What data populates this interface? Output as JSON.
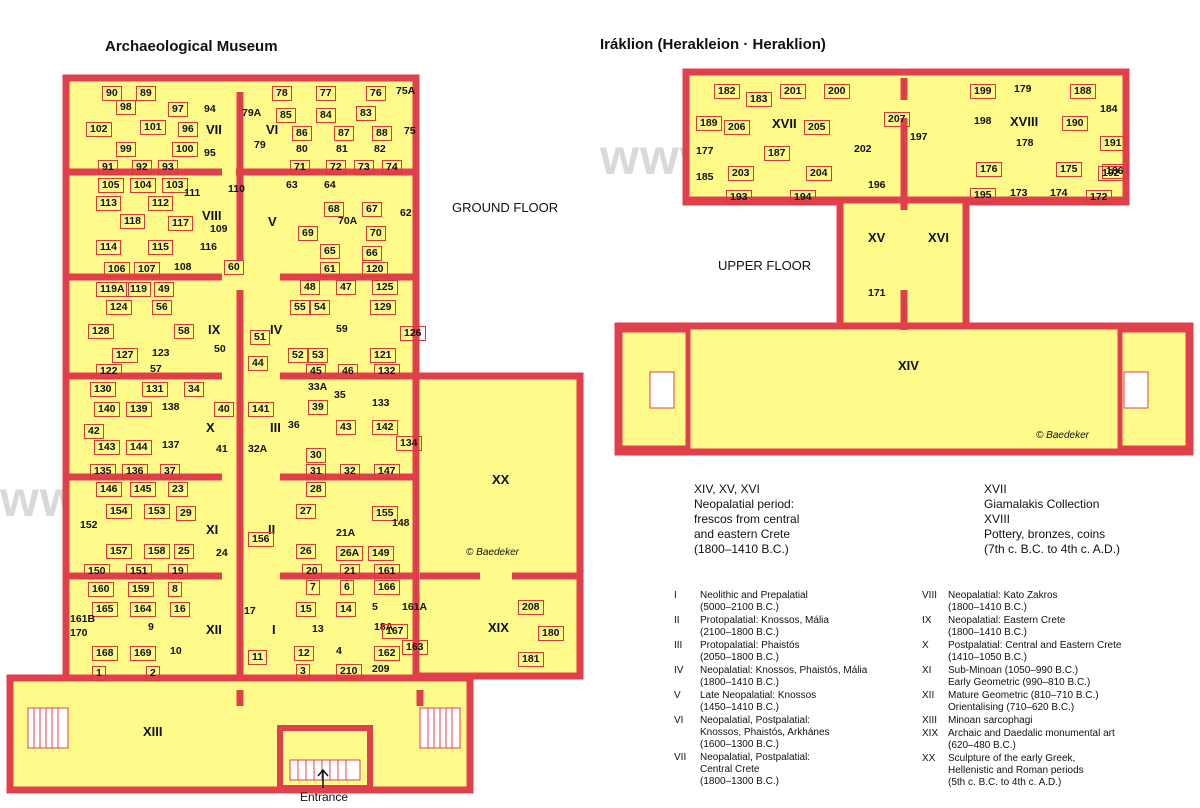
{
  "titles": {
    "left": "Archaeological Museum",
    "right": "Iráklion (Herakleion · Heraklion)"
  },
  "floors": {
    "ground": "GROUND FLOOR",
    "upper": "UPPER FLOOR"
  },
  "entrance": "Entrance",
  "copyright": "© Baedeker",
  "watermark": "www.PlanetWare.com",
  "colors": {
    "wall": "#e0404c",
    "floor": "#fffb8a",
    "case_border": "#d63a3a"
  },
  "ground_rooms": [
    "I",
    "II",
    "III",
    "IV",
    "V",
    "VI",
    "VII",
    "VIII",
    "IX",
    "X",
    "XI",
    "XII",
    "XIII",
    "XIX",
    "XX"
  ],
  "upper_rooms": [
    "XIV",
    "XV",
    "XVI",
    "XVII",
    "XVIII"
  ],
  "summary": {
    "a": {
      "lines": [
        "XIV, XV, XVI",
        "Neopalatial period:",
        "frescos from central",
        "and eastern Crete",
        "(1800–1410 B.C.)"
      ]
    },
    "b": {
      "lines": [
        "XVII",
        "Giamalakis Collection",
        "XVIII",
        "Pottery, bronzes, coins",
        "(7th c. B.C. to 4th c. A.D.)"
      ]
    }
  },
  "legend": {
    "left": [
      {
        "num": "I",
        "lines": [
          "Neolithic and Prepalatial",
          "(5000–2100 B.C.)"
        ]
      },
      {
        "num": "II",
        "lines": [
          "Protopalatial: Knossos, Mália",
          "(2100–1800 B.C.)"
        ]
      },
      {
        "num": "III",
        "lines": [
          "Protopalatial: Phaistós",
          "(2050–1800 B.C.)"
        ]
      },
      {
        "num": "IV",
        "lines": [
          "Neopalatial: Knossos, Phaistós, Mália",
          "(1800–1410 B.C.)"
        ]
      },
      {
        "num": "V",
        "lines": [
          "Late Neopalatial: Knossos",
          "(1450–1410 B.C.)"
        ]
      },
      {
        "num": "VI",
        "lines": [
          "Neopalatial, Postpalatial:",
          "Knossos, Phaistós, Arkhánes",
          "(1600–1300 B.C.)"
        ]
      },
      {
        "num": "VII",
        "lines": [
          "Neopalatial, Postpalatial:",
          "Central Crete",
          "(1800–1300 B.C.)"
        ]
      }
    ],
    "right": [
      {
        "num": "VIII",
        "lines": [
          "Neopalatial: Kato Zakros",
          "(1800–1410 B.C.)"
        ]
      },
      {
        "num": "IX",
        "lines": [
          "Neopalatial: Eastern Crete",
          "(1800–1410 B.C.)"
        ]
      },
      {
        "num": "X",
        "lines": [
          "Postpalatial: Central and Eastern Crete",
          "(1410–1050 B.C.)"
        ]
      },
      {
        "num": "XI",
        "lines": [
          "Sub-Minoan (1050–990 B.C.)",
          "Early Geometric (990–810 B.C.)"
        ]
      },
      {
        "num": "XII",
        "lines": [
          "Mature Geometric (810–710 B.C.)",
          "Orientalising (710–620 B.C.)"
        ]
      },
      {
        "num": "XIII",
        "lines": [
          "Minoan sarcophagi"
        ]
      },
      {
        "num": "XIX",
        "lines": [
          "Archaic and Daedalic monumental art",
          "(620–480 B.C.)"
        ]
      },
      {
        "num": "XX",
        "lines": [
          "Sculpture of the early Greek,",
          "Hellenistic and Roman periods",
          "(5th c. B.C. to 4th c. A.D.)"
        ]
      }
    ]
  },
  "cases": [
    "90",
    "89",
    "78",
    "77",
    "76",
    "75A",
    "98",
    "97",
    "94",
    "79A",
    "85",
    "84",
    "83",
    "102",
    "101",
    "96",
    "VI-75",
    "86",
    "87",
    "88",
    "99",
    "100",
    "95",
    "79",
    "80",
    "81",
    "82",
    "91",
    "92",
    "93",
    "71",
    "72",
    "73",
    "74",
    "105",
    "104",
    "103",
    "63",
    "64",
    "113",
    "112",
    "111",
    "110",
    "68",
    "67",
    "62",
    "118",
    "117",
    "109",
    "70A",
    "69",
    "70",
    "114",
    "115",
    "116",
    "65",
    "66",
    "106",
    "107",
    "108",
    "60",
    "61",
    "120",
    "119A",
    "119",
    "49",
    "48",
    "47",
    "125",
    "124",
    "56",
    "55",
    "54",
    "129",
    "128",
    "58",
    "59",
    "126",
    "127",
    "123",
    "50",
    "51",
    "52",
    "53",
    "121",
    "122",
    "57",
    "44",
    "45",
    "46",
    "132",
    "130",
    "131",
    "34",
    "33A",
    "35",
    "141",
    "140",
    "139",
    "138",
    "40",
    "39",
    "133",
    "42",
    "43",
    "142",
    "143",
    "144",
    "137",
    "41",
    "36",
    "32A",
    "134",
    "135",
    "136",
    "37",
    "30",
    "31",
    "32",
    "147",
    "146",
    "145",
    "23",
    "28",
    "27",
    "155",
    "154",
    "153",
    "29",
    "21A",
    "148",
    "152",
    "24",
    "156",
    "157",
    "158",
    "25",
    "26",
    "26A",
    "149",
    "150",
    "151",
    "19",
    "20",
    "21",
    "161",
    "160",
    "159",
    "8",
    "7",
    "6",
    "166",
    "165",
    "164",
    "16",
    "15",
    "14",
    "5",
    "161A",
    "161B",
    "170",
    "9",
    "17",
    "13",
    "18A",
    "167",
    "168",
    "169",
    "10",
    "11",
    "12",
    "4",
    "162",
    "163",
    "1",
    "2",
    "3",
    "210",
    "209",
    "208",
    "180",
    "181",
    "182",
    "183",
    "201",
    "200",
    "199",
    "179",
    "188",
    "189",
    "206",
    "205",
    "198",
    "190",
    "184",
    "202",
    "207",
    "197",
    "178",
    "191",
    "177",
    "187",
    "186",
    "185",
    "203",
    "204",
    "196",
    "176",
    "175",
    "192",
    "193",
    "194",
    "195",
    "173",
    "174",
    "172",
    "171"
  ]
}
